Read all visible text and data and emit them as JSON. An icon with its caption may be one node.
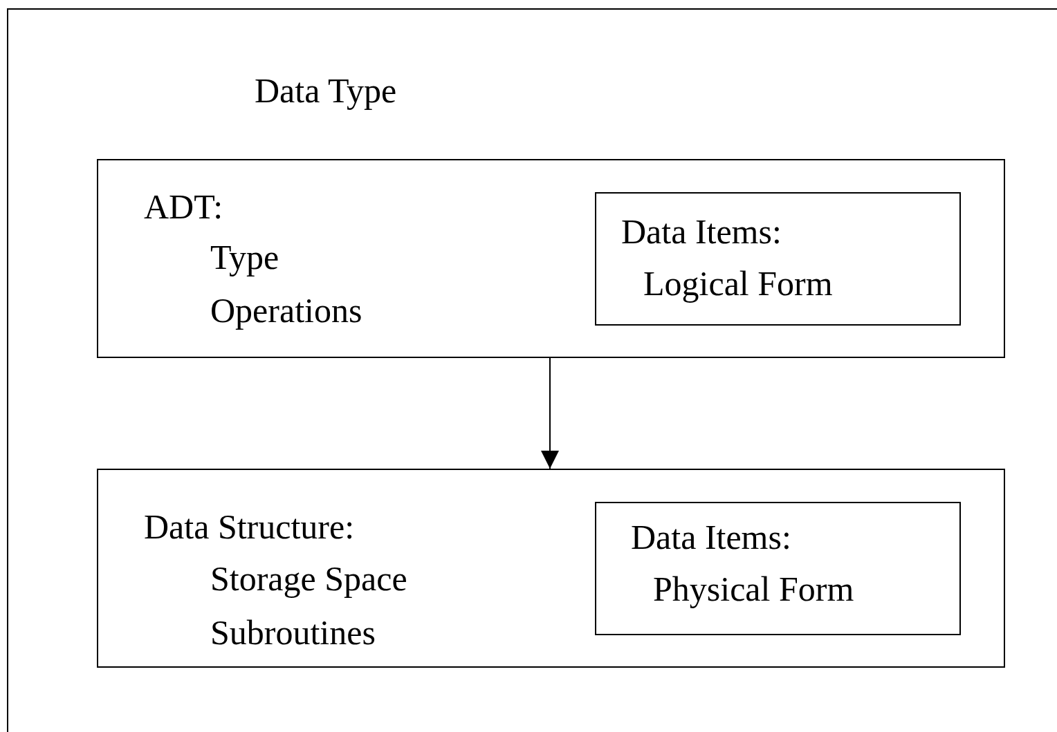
{
  "diagram": {
    "nodes": [
      {
        "text": [
          "Data Type"
        ]
      },
      {
        "text": [
          "ADT:",
          "Type",
          "Operations"
        ],
        "in": 0
      },
      {
        "text": [
          "Data Items:",
          "Logical Form"
        ],
        "in": 1
      },
      {
        "text": [
          "Data Structure:",
          "Storage Space",
          "Subroutines"
        ],
        "in": 0
      },
      {
        "text": [
          "Data Items:",
          "Physical Form"
        ],
        "in": 3
      }
    ],
    "edges": [
      {
        "from": 1,
        "to": 3,
        "arrow": "to"
      }
    ]
  }
}
